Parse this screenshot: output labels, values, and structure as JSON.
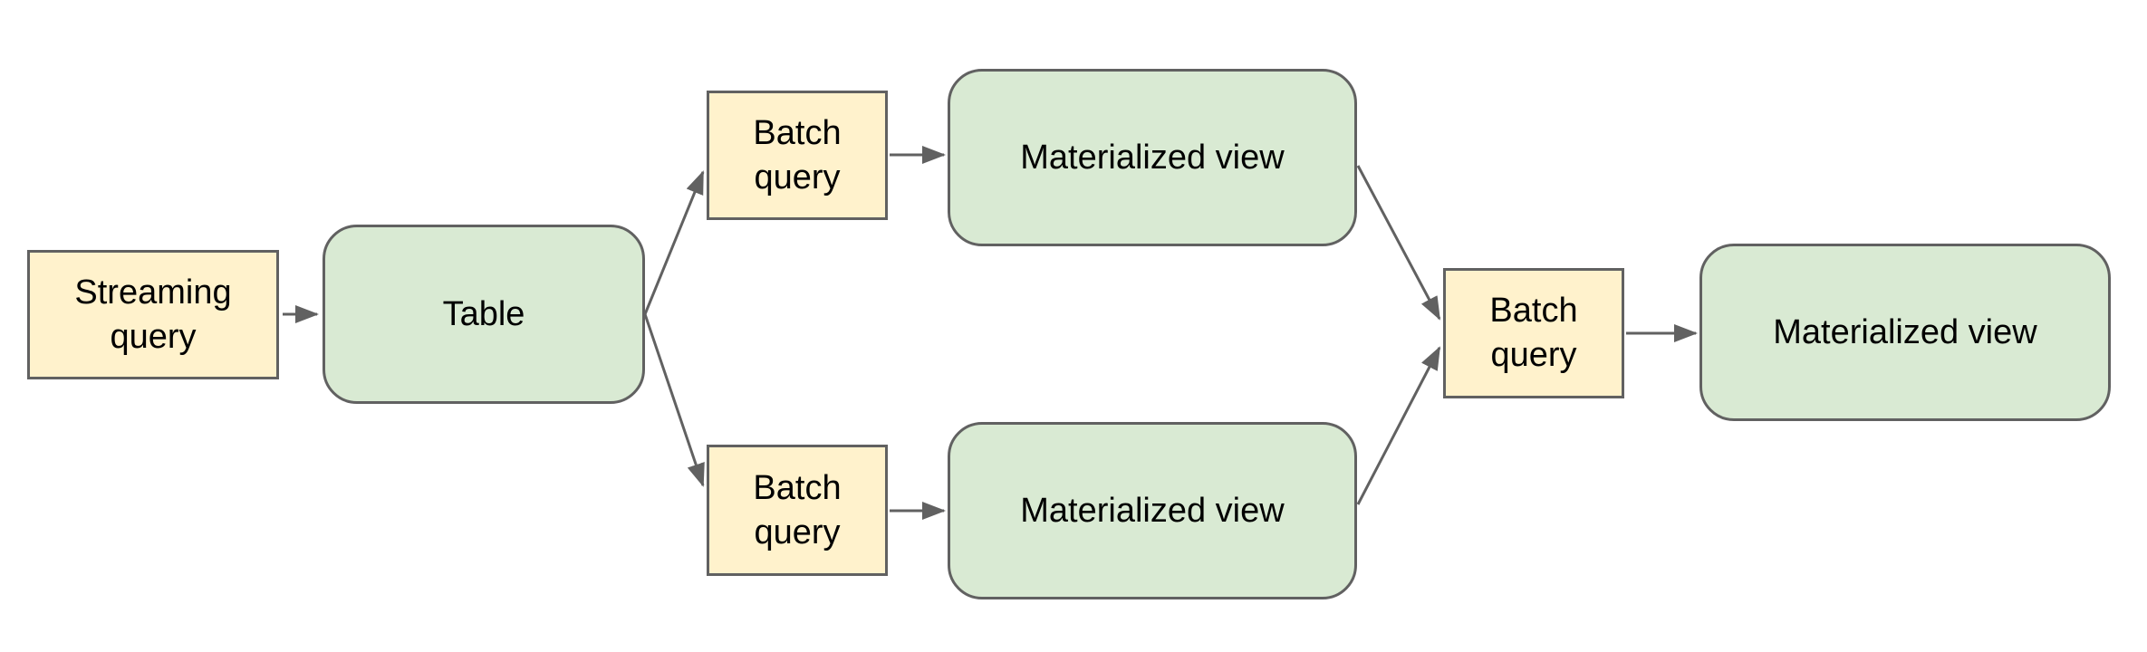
{
  "diagram": {
    "background_color": "#ffffff",
    "colors": {
      "query_node_fill": "#fff2cc",
      "data_node_fill": "#d9ead3",
      "node_border": "#616161",
      "arrow": "#616161",
      "text": "#000000"
    },
    "nodes": [
      {
        "id": "streaming-query",
        "label": "Streaming query",
        "shape": "rectangle",
        "fill": "#fff2cc"
      },
      {
        "id": "table",
        "label": "Table",
        "shape": "rounded-rectangle",
        "fill": "#d9ead3"
      },
      {
        "id": "batch-query-top",
        "label": "Batch query",
        "shape": "rectangle",
        "fill": "#fff2cc"
      },
      {
        "id": "materialized-view-top",
        "label": "Materialized view",
        "shape": "rounded-rectangle",
        "fill": "#d9ead3"
      },
      {
        "id": "batch-query-bottom",
        "label": "Batch query",
        "shape": "rectangle",
        "fill": "#fff2cc"
      },
      {
        "id": "materialized-view-bottom",
        "label": "Materialized view",
        "shape": "rounded-rectangle",
        "fill": "#d9ead3"
      },
      {
        "id": "batch-query-final",
        "label": "Batch query",
        "shape": "rectangle",
        "fill": "#fff2cc"
      },
      {
        "id": "materialized-view-final",
        "label": "Materialized view",
        "shape": "rounded-rectangle",
        "fill": "#d9ead3"
      }
    ],
    "edges": [
      {
        "from": "streaming-query",
        "to": "table"
      },
      {
        "from": "table",
        "to": "batch-query-top"
      },
      {
        "from": "table",
        "to": "batch-query-bottom"
      },
      {
        "from": "batch-query-top",
        "to": "materialized-view-top"
      },
      {
        "from": "batch-query-bottom",
        "to": "materialized-view-bottom"
      },
      {
        "from": "materialized-view-top",
        "to": "batch-query-final"
      },
      {
        "from": "materialized-view-bottom",
        "to": "batch-query-final"
      },
      {
        "from": "batch-query-final",
        "to": "materialized-view-final"
      }
    ]
  }
}
